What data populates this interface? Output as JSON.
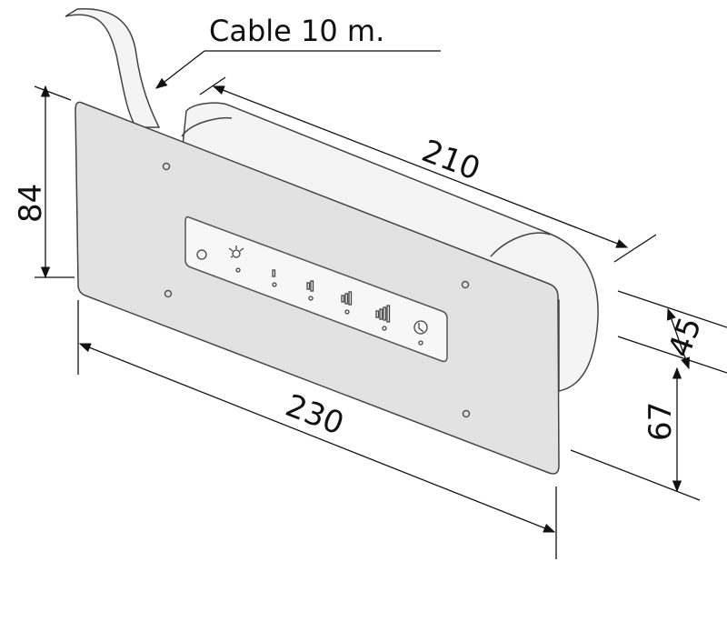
{
  "labels": {
    "cable": "Cable 10 m.",
    "depth": "210",
    "height": "84",
    "width": "230",
    "offset": "45",
    "box_height": "67"
  },
  "panel": {
    "icons": [
      "timer-small-icon",
      "light-icon",
      "speed-1-icon",
      "speed-2-icon",
      "speed-3-icon",
      "speed-4-icon",
      "clock-icon"
    ]
  },
  "colors": {
    "plate": "#e2e2e2",
    "box": "#f4f4f4",
    "panel": "#f7f7f7",
    "line": "#111111"
  }
}
